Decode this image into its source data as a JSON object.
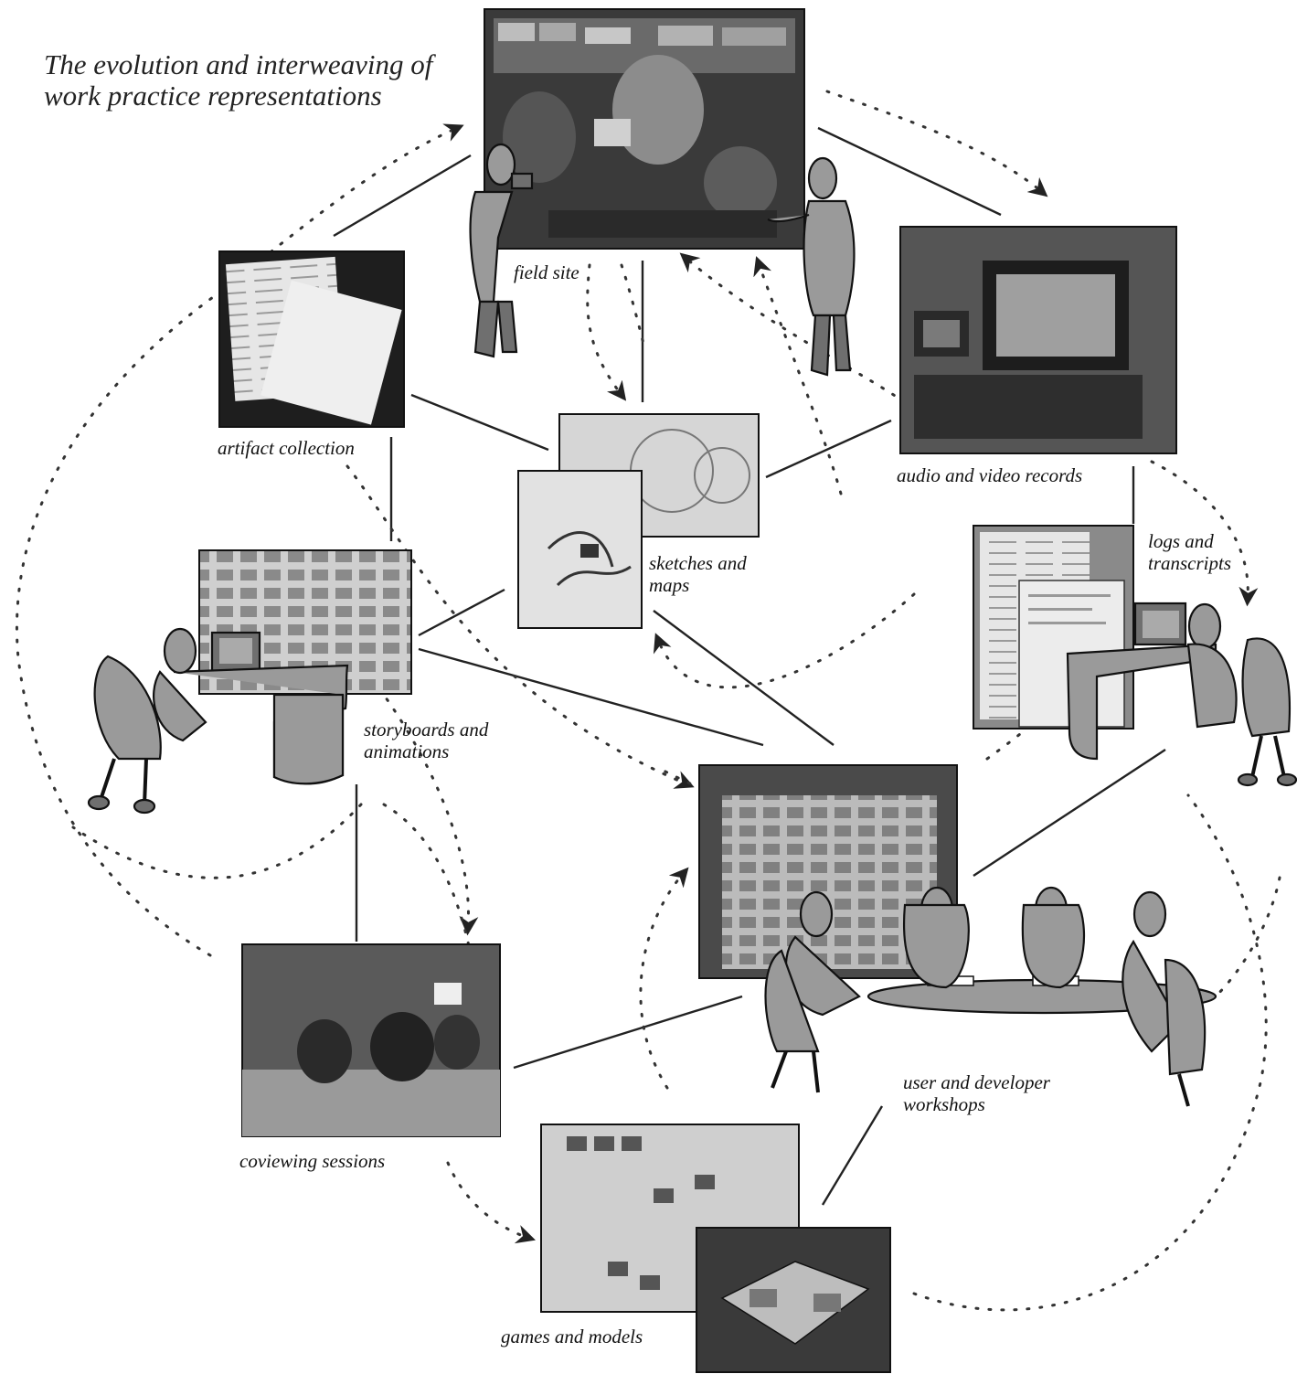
{
  "title": {
    "line1": "The evolution and interweaving of",
    "line2": "work practice representations"
  },
  "labels": {
    "field_site": "field site",
    "artifact_collection": "artifact collection",
    "audio_video": "audio and video records",
    "logs_line1": "logs and",
    "logs_line2": "transcripts",
    "sketches_line1": "sketches and",
    "sketches_line2": "maps",
    "storyboards_line1": "storyboards and",
    "storyboards_line2": "animations",
    "coviewing": "coviewing sessions",
    "workshops_line1": "user and developer",
    "workshops_line2": "workshops",
    "games": "games and models"
  },
  "colors": {
    "photo_dark": "#3a3a3a",
    "photo_mid": "#7a7a7a",
    "photo_light": "#d8d8d8",
    "figure_fill": "#9a9a9a"
  }
}
